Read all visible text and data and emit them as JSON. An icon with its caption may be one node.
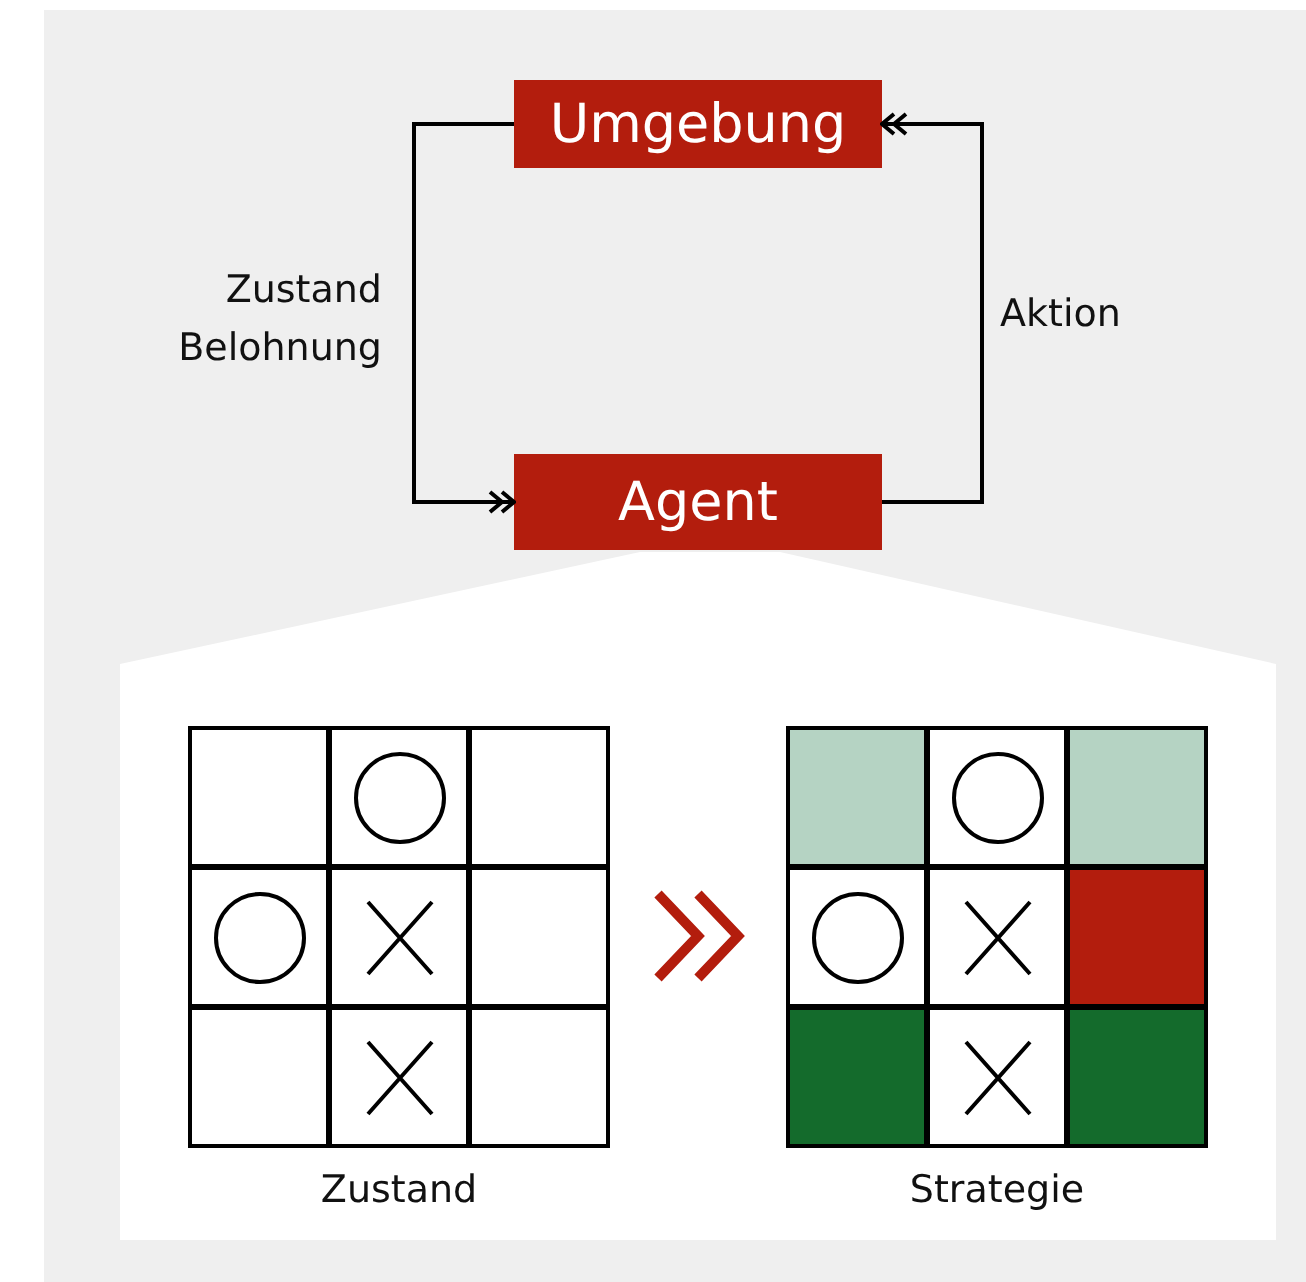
{
  "diagram": {
    "nodes": [
      {
        "text": [
          "Umgebung"
        ]
      },
      {
        "text": [
          "Agent"
        ]
      },
      {
        "text": [
          "Zustand"
        ]
      },
      {
        "text": [
          "Strategie"
        ]
      }
    ],
    "edges": [
      {
        "from": 0,
        "to": 1,
        "arrow": "to",
        "label": "Zustand Belohnung"
      },
      {
        "from": 1,
        "to": 0,
        "arrow": "to",
        "label": "Aktion"
      },
      {
        "from": 2,
        "to": 3,
        "arrow": "to",
        "style": "thick",
        "color": "#b31d0d"
      }
    ]
  }
}
